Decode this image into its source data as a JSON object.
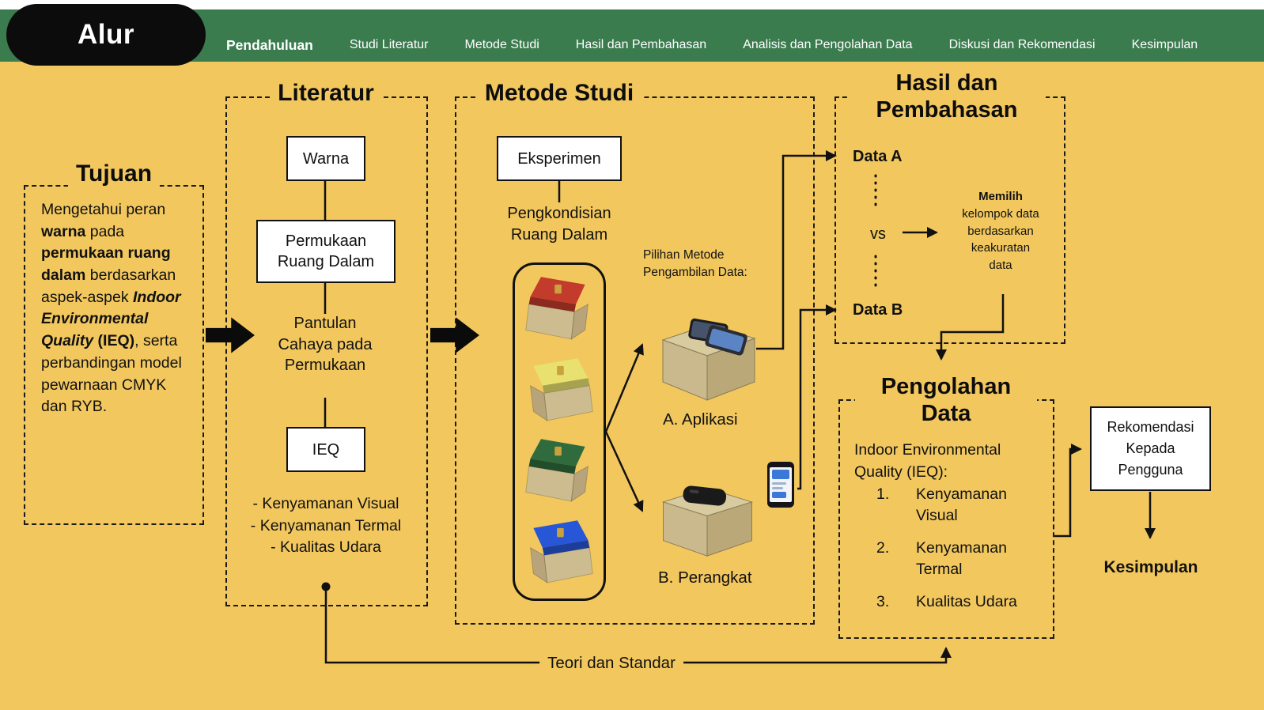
{
  "colors": {
    "background": "#F2C75E",
    "navbar_green": "#3B7C4F",
    "pill_black": "#0C0C0C",
    "line_black": "#111111",
    "node_white": "#FFFFFF"
  },
  "nav": {
    "brand": "Alur",
    "active": "Pendahuluan",
    "items": [
      "Pendahuluan",
      "Studi Literatur",
      "Metode Studi",
      "Hasil dan Pembahasan",
      "Analisis dan Pengolahan Data",
      "Diskusi dan Rekomendasi",
      "Kesimpulan"
    ]
  },
  "tujuan": {
    "title": "Tujuan",
    "segments": {
      "s1": "Mengetahui peran ",
      "s2": "warna",
      "s3": " pada ",
      "s4": "permukaan ruang dalam",
      "s5": " berdasarkan aspek-aspek ",
      "s6": "Indoor Environmental Quality",
      "s7": " (IEQ)",
      "s8": ", serta perbandingan model pewarnaan CMYK dan RYB."
    }
  },
  "literatur": {
    "title": "Literatur",
    "node_warna": "Warna",
    "node_permukaan": "Permukaan Ruang Dalam",
    "node_pantulan": "Pantulan Cahaya pada Permukaan",
    "node_ieq": "IEQ",
    "aspek": [
      "- Kenyamanan Visual",
      "- Kenyamanan Termal",
      "- Kualitas Udara"
    ]
  },
  "metode": {
    "title": "Metode Studi",
    "node_eksperimen": "Eksperimen",
    "pengkondisian": "Pengkondisian Ruang Dalam",
    "pilihan": "Pilihan Metode Pengambilan Data:",
    "option_a": "A. Aplikasi",
    "option_b": "B. Perangkat",
    "box_colors": [
      "#C23B2B",
      "#E8E170",
      "#2F6B3C",
      "#2757D6"
    ]
  },
  "hasil": {
    "title": "Hasil dan Pembahasan",
    "data_a": "Data A",
    "vs": "vs",
    "data_b": "Data B",
    "memilih_bold": "Memilih",
    "memilih_rest": "kelompok data berdasarkan keakuratan data"
  },
  "pengolahan": {
    "title": "Pengolahan Data",
    "intro": "Indoor Environmental Quality (IEQ):",
    "items": [
      {
        "num": "1.",
        "label": "Kenyamanan Visual"
      },
      {
        "num": "2.",
        "label": "Kenyamanan Termal"
      },
      {
        "num": "3.",
        "label": "Kualitas Udara"
      }
    ]
  },
  "rekomendasi": "Rekomendasi Kepada Pengguna",
  "kesimpulan": "Kesimpulan",
  "teori": "Teori dan Standar",
  "icons": {
    "colored_box": "open-storage-box-icon",
    "app_box": "box-with-smartphones-icon",
    "device_box": "box-with-device-icon",
    "phone": "smartphone-icon"
  }
}
